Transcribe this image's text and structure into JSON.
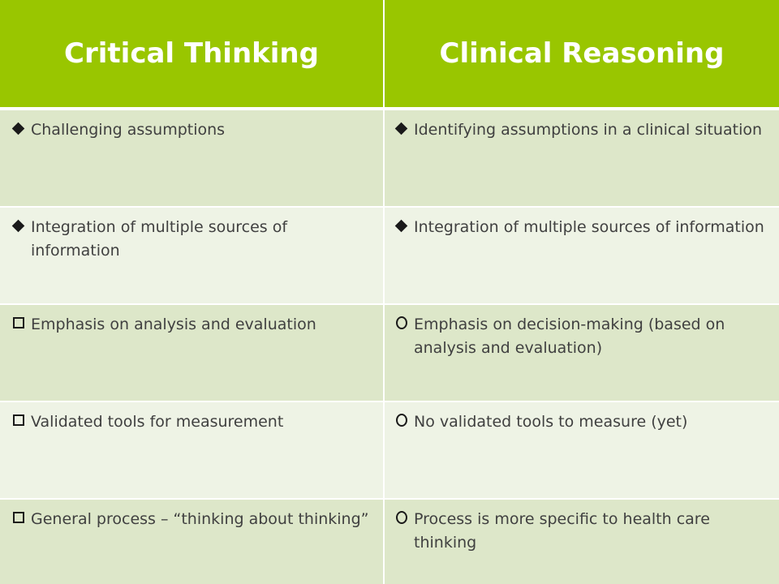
{
  "table": {
    "headers": [
      "Critical Thinking",
      "Clinical Reasoning"
    ],
    "rows": [
      {
        "left": {
          "bullet": "diamond-icon",
          "text": "Challenging assumptions"
        },
        "right": {
          "bullet": "diamond-icon",
          "text": "Identifying assumptions in a clinical situation"
        }
      },
      {
        "left": {
          "bullet": "diamond-icon",
          "text": "Integration of multiple sources of information"
        },
        "right": {
          "bullet": "diamond-icon",
          "text": "Integration of multiple sources of information"
        }
      },
      {
        "left": {
          "bullet": "square-icon",
          "text": "Emphasis on analysis and evaluation"
        },
        "right": {
          "bullet": "ring-icon",
          "text": "Emphasis on decision-making (based on analysis and evaluation)"
        }
      },
      {
        "left": {
          "bullet": "square-icon",
          "text": "Validated tools for measurement"
        },
        "right": {
          "bullet": "ring-icon",
          "text": "No validated tools to measure (yet)"
        }
      },
      {
        "left": {
          "bullet": "square-icon",
          "text": "General process – “thinking about thinking”"
        },
        "right": {
          "bullet": "ring-icon",
          "text": "Process is more specific to health care thinking"
        }
      }
    ]
  },
  "colors": {
    "header_bg": "#99c600",
    "header_text": "#ffffff",
    "row_dark": "#dde7c9",
    "row_light": "#eef3e5",
    "body_text": "#404040"
  }
}
